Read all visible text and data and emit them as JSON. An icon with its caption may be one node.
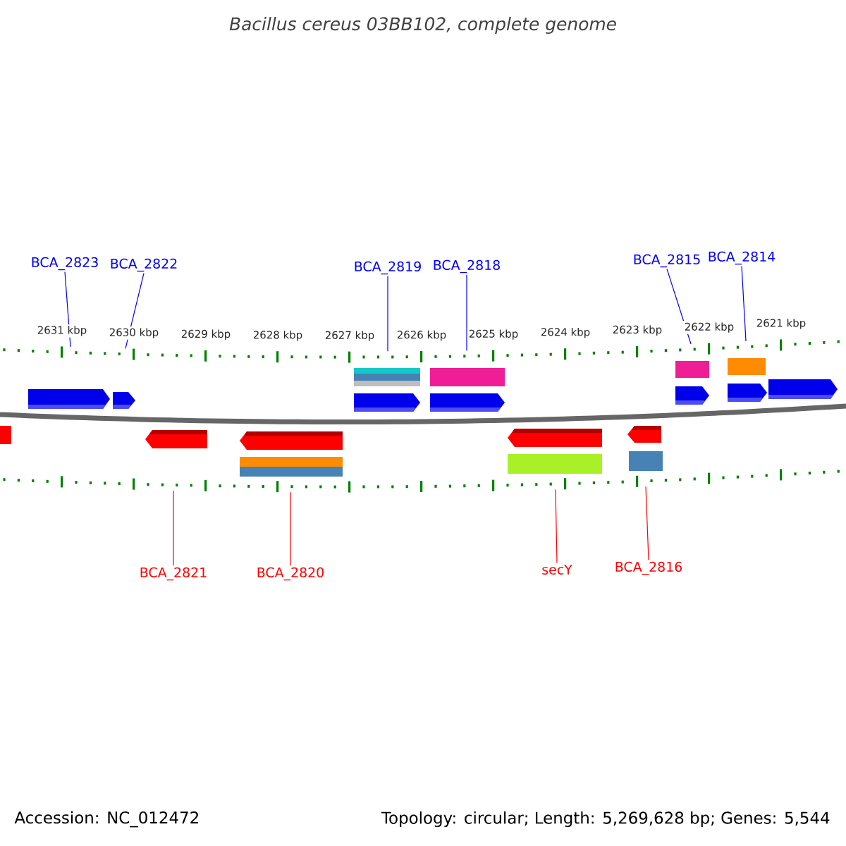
{
  "diagram": {
    "title": "Bacillus cereus 03BB102, complete genome",
    "nodes": [
      {
        "text": [
          "BCA_2823"
        ]
      },
      {
        "text": [
          "BCA_2822"
        ]
      },
      {
        "text": [
          "BCA_2819"
        ]
      },
      {
        "text": [
          "BCA_2818"
        ]
      },
      {
        "text": [
          "BCA_2815"
        ]
      },
      {
        "text": [
          "BCA_2814"
        ]
      },
      {
        "text": [
          "BCA_2821"
        ]
      },
      {
        "text": [
          "BCA_2820"
        ]
      },
      {
        "text": [
          "secY"
        ]
      },
      {
        "text": [
          "BCA_2816"
        ]
      },
      {
        "text": [],
        "shape": "ruler"
      },
      {
        "text": [],
        "shape": "ruler"
      }
    ],
    "edges": [
      {
        "from": 0,
        "to": 10,
        "arrow": "none",
        "color": "#0000ff"
      },
      {
        "from": 1,
        "to": 10,
        "arrow": "none",
        "color": "#0000ff"
      },
      {
        "from": 2,
        "to": 10,
        "arrow": "none",
        "color": "#0000ff"
      },
      {
        "from": 3,
        "to": 10,
        "arrow": "none",
        "color": "#0000ff"
      },
      {
        "from": 4,
        "to": 10,
        "arrow": "none",
        "color": "#0000ff"
      },
      {
        "from": 5,
        "to": 10,
        "arrow": "none",
        "color": "#0000ff"
      },
      {
        "from": 6,
        "to": 11,
        "arrow": "none",
        "color": "#ff0000"
      },
      {
        "from": 7,
        "to": 11,
        "arrow": "none",
        "color": "#ff0000"
      },
      {
        "from": 8,
        "to": 11,
        "arrow": "none",
        "color": "#ff0000"
      },
      {
        "from": 9,
        "to": 11,
        "arrow": "none",
        "color": "#ff0000"
      }
    ],
    "labels": [
      "2631 kbp",
      "2630 kbp",
      "2629 kbp",
      "2628 kbp",
      "2627 kbp",
      "2626 kbp",
      "2625 kbp",
      "2624 kbp",
      "2623 kbp",
      "2622 kbp",
      "2621 kbp",
      "Accession: NC_012472",
      "Topology: circular; Length: 5,269,628 bp; Genes: 5,544"
    ]
  }
}
